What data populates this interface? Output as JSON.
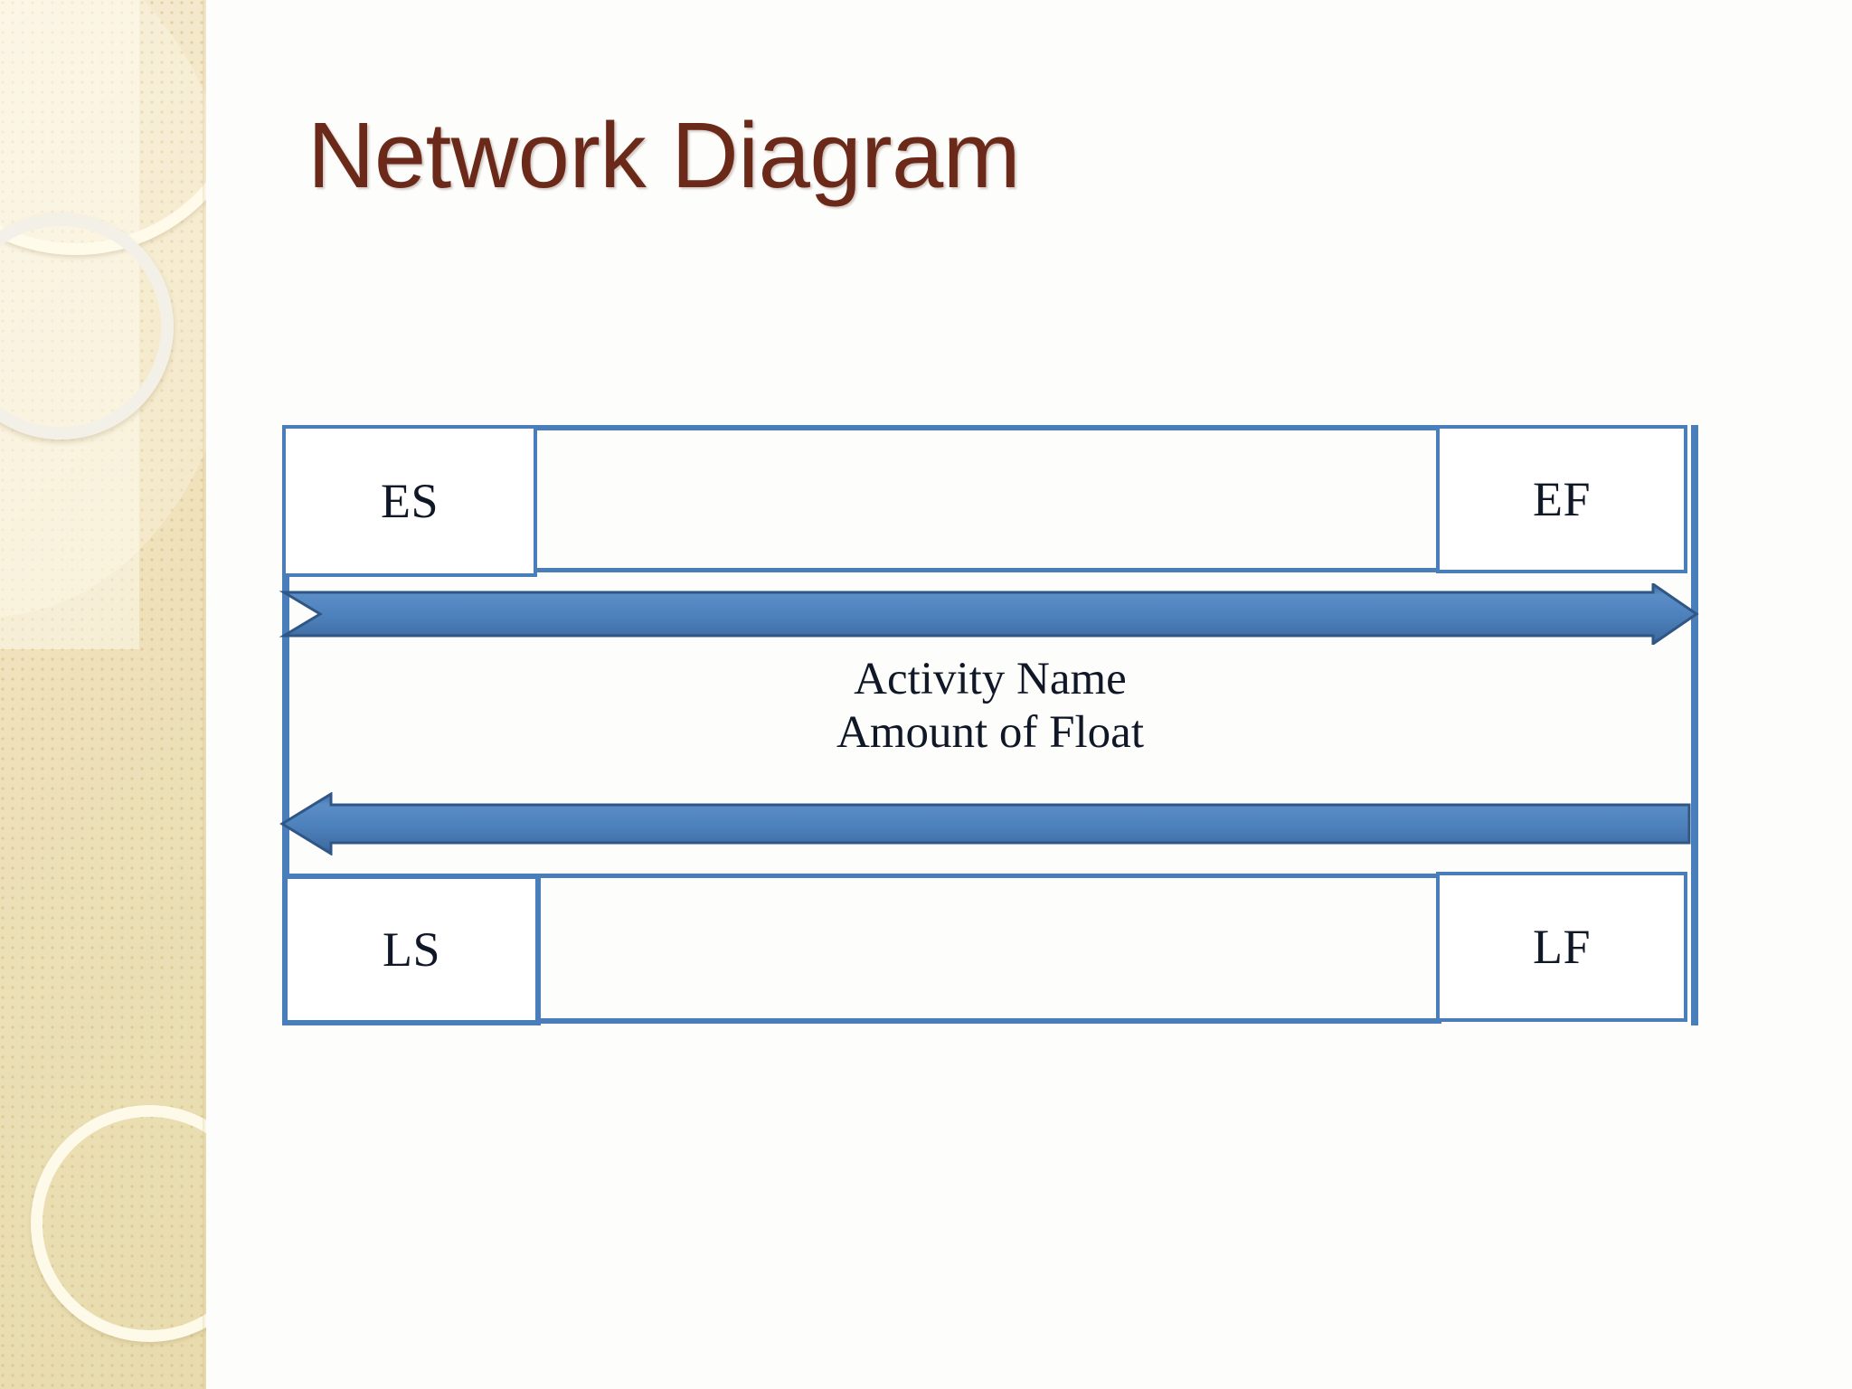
{
  "slide": {
    "title": "Network Diagram",
    "title_color": "#6b2a19",
    "background_color": "#fdfdfb"
  },
  "theme": {
    "sidebar_color": "#efe0b9",
    "accent_color": "#4a7ebb"
  },
  "diagram": {
    "type": "activity-on-node schedule box",
    "cells": [
      {
        "key": "es",
        "label": "ES",
        "position": "top-left"
      },
      {
        "key": "ef",
        "label": "EF",
        "position": "top-right"
      },
      {
        "key": "ls",
        "label": "LS",
        "position": "bottom-left"
      },
      {
        "key": "lf",
        "label": "LF",
        "position": "bottom-right"
      }
    ],
    "center_lines": [
      "Activity Name",
      "Amount of Float"
    ],
    "arrows": [
      {
        "key": "top",
        "direction": "right",
        "style": "notched-tail"
      },
      {
        "key": "bottom",
        "direction": "left",
        "style": "flat-tail"
      }
    ]
  }
}
